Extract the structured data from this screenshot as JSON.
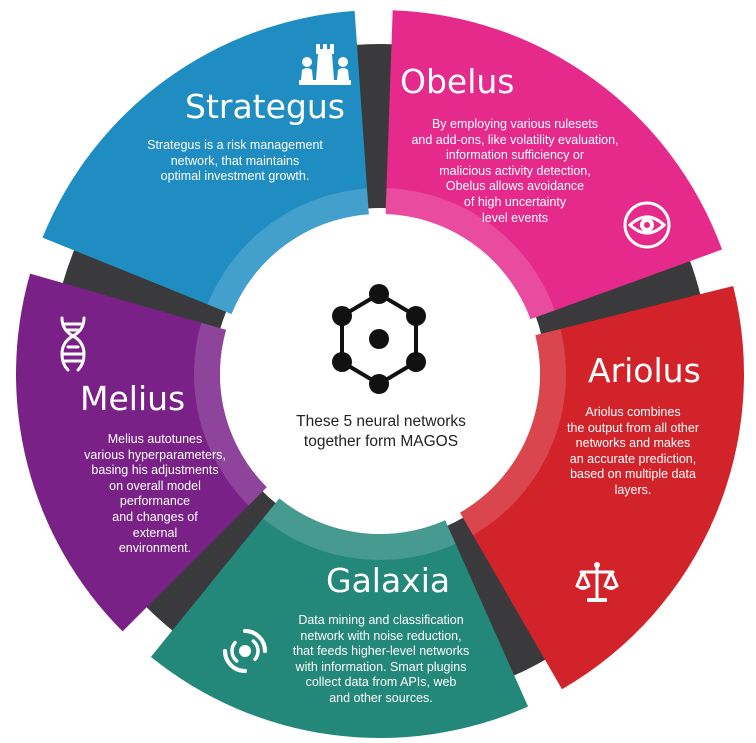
{
  "segments": {
    "strategus": {
      "title": "Strategus",
      "description": [
        "Strategus is a risk management",
        "network, that maintains",
        "optimal investment growth."
      ],
      "color": "#1f8dc2",
      "icon": "chess-pieces-icon"
    },
    "obelus": {
      "title": "Obelus",
      "description": [
        "By employing various rulesets",
        "and add-ons, like volatility evaluation,",
        "information sufficiency or",
        "malicious activity detection,",
        "Obelus allows avoidance",
        "of high uncertainty",
        "level events"
      ],
      "color": "#e52a8c",
      "icon": "eye-icon"
    },
    "ariolus": {
      "title": "Ariolus",
      "description": [
        "Ariolus combines",
        "the output from all other",
        "networks and makes",
        "an accurate prediction,",
        "based on multiple data",
        "layers."
      ],
      "color": "#d2232b",
      "icon": "scales-icon"
    },
    "galaxia": {
      "title": "Galaxia",
      "description": [
        "Data mining and classification",
        "network with noise reduction,",
        "that feeds higher-level networks",
        "with information. Smart plugins",
        "collect data from APIs, web",
        "and other sources."
      ],
      "color": "#23877a",
      "icon": "galaxy-swirl-icon"
    },
    "melius": {
      "title": "Melius",
      "description": [
        "Melius autotunes",
        "various hyperparameters,",
        "basing his adjustments",
        "on overall model",
        "performance",
        "and changes of",
        "external",
        "environment."
      ],
      "color": "#7a2188",
      "icon": "dna-icon"
    }
  },
  "center": {
    "caption": [
      "These 5 neural networks",
      "together form MAGOS"
    ],
    "icon": "neural-network-icon"
  }
}
